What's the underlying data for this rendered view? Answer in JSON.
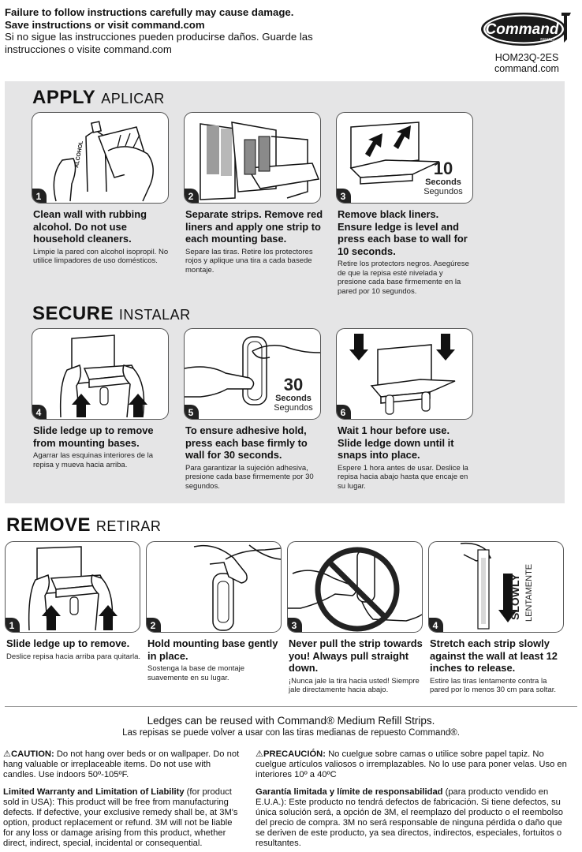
{
  "header": {
    "line1": "Failure to follow instructions carefully may cause damage.",
    "line2": "Save instructions or visit command.com",
    "line3": "Si no sigue las instrucciones pueden producirse daños. Guarde las",
    "line4": "instrucciones o visite command.com"
  },
  "brand": {
    "logo_text": "Command",
    "logo_sub": "BRAND",
    "model": "HOM23Q-2ES",
    "site": "command.com",
    "logo_color": "#1a1a1a"
  },
  "sections": {
    "apply": {
      "title": "APPLY",
      "subtitle": "APLICAR"
    },
    "secure": {
      "title": "SECURE",
      "subtitle": "INSTALAR"
    },
    "remove": {
      "title": "REMOVE",
      "subtitle": "RETIRAR"
    }
  },
  "apply_steps": [
    {
      "num": "1",
      "en": "Clean wall with rubbing alcohol. Do not use household cleaners.",
      "es": "Limpie la pared con alcohol isopropil. No utilice limpadores de uso domésticos.",
      "label": "ALCOHOL"
    },
    {
      "num": "2",
      "en": "Separate strips. Remove red liners and apply one strip to each mounting base.",
      "es": "Separe las tiras. Retire los protectores rojos y aplique una tira a cada basede montaje."
    },
    {
      "num": "3",
      "en": "Remove black liners. Ensure ledge is level and press each base to wall for 10 seconds.",
      "es": "Retire los protectors negros. Asegúrese de que la repisa esté nivelada y presione cada base firmemente en la pared por 10 segundos.",
      "seconds": "10",
      "seconds_en": "Seconds",
      "seconds_es": "Segundos"
    }
  ],
  "secure_steps": [
    {
      "num": "4",
      "en": "Slide ledge up to remove from mounting bases.",
      "es": "Agarrar las esquinas interiores de la repisa y mueva hacia arriba."
    },
    {
      "num": "5",
      "en": "To ensure adhesive hold, press each base firmly to wall for 30 seconds.",
      "es": "Para garantizar la sujeción adhesiva, presione cada base firmemente por 30 segundos.",
      "seconds": "30",
      "seconds_en": "Seconds",
      "seconds_es": "Segundos"
    },
    {
      "num": "6",
      "en": "Wait 1 hour before use. Slide ledge down until it snaps into place.",
      "es": "Espere 1 hora antes de usar. Deslice la repisa hacia abajo hasta que encaje en su lugar."
    }
  ],
  "remove_steps": [
    {
      "num": "1",
      "en": "Slide ledge up to remove.",
      "es": "Deslice repisa hacia arriba para quitarla."
    },
    {
      "num": "2",
      "en": "Hold mounting base gently in place.",
      "es": "Sostenga la base de montaje suavemente en su lugar."
    },
    {
      "num": "3",
      "en": "Never pull the strip towards you! Always pull straight down.",
      "es": "¡Nunca jale la tira hacia usted! Siempre jale directamente hacia abajo."
    },
    {
      "num": "4",
      "en": "Stretch each strip slowly against the wall at least 12 inches to release.",
      "es": "Estire las tiras lentamente contra la pared por lo menos 30 cm para soltar.",
      "slowly_en": "SLOWLY",
      "slowly_es": "LENTAMENTE"
    }
  ],
  "reuse": {
    "en": "Ledges can be reused with Command® Medium Refill Strips.",
    "es": "Las repisas se puede volver a usar con las tiras medianas de repuesto Command®."
  },
  "caution_en": {
    "label": "CAUTION:",
    "text": "Do not hang over beds or on wallpaper. Do not hang valuable or irreplaceable items. Do not use with candles. Use indoors 50º-105ºF."
  },
  "caution_es": {
    "label": "PRECAUCIÓN:",
    "text": "No cuelgue sobre camas o utilice sobre papel tapiz. No cuelgue artículos valiosos o irremplazables. No lo use para poner velas. Uso en interiores 10º a 40ºC"
  },
  "warranty_en": {
    "label": "Limited Warranty and Limitation of Liability",
    "text": "(for product sold in USA): This product will be free from manufacturing defects. If defective, your exclusive remedy shall be, at 3M's option, product replacement or refund. 3M will not be liable for any loss or damage arising from this product, whether direct, indirect, special, incidental or consequential."
  },
  "warranty_es": {
    "label": "Garantía limitada y límite de responsabilidad",
    "text": "(para producto vendido en E.U.A.): Este producto no tendrá defectos de fabricación. Si tiene defectos, su única solución será, a opción de 3M, el reemplazo del producto o el reembolso del precio de compra. 3M no será responsable de ninguna pérdida o daño que se deriven de este producto, ya sea directos, indirectos, especiales, fortuitos o resultantes."
  }
}
